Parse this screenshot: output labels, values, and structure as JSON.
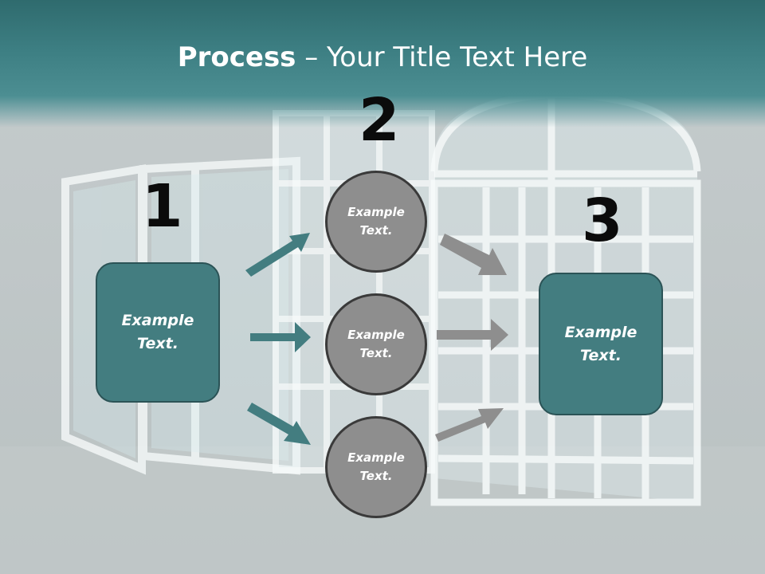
{
  "slide": {
    "title_bold": "Process",
    "title_rest": " – Your Title Text Here",
    "steps": [
      "1",
      "2",
      "3"
    ],
    "left_box": {
      "line1": "Example",
      "line2": "Text."
    },
    "circles": [
      {
        "line1": "Example",
        "line2": "Text."
      },
      {
        "line1": "Example",
        "line2": "Text."
      },
      {
        "line1": "Example",
        "line2": "Text."
      }
    ],
    "right_box": {
      "line1": "Example",
      "line2": "Text."
    }
  },
  "colors": {
    "header_teal": "#3d7f83",
    "box_fill": "#437d80",
    "circle_fill": "#8e8e8e",
    "arrow_teal": "#437d80",
    "arrow_gray": "#8e8e8e"
  }
}
